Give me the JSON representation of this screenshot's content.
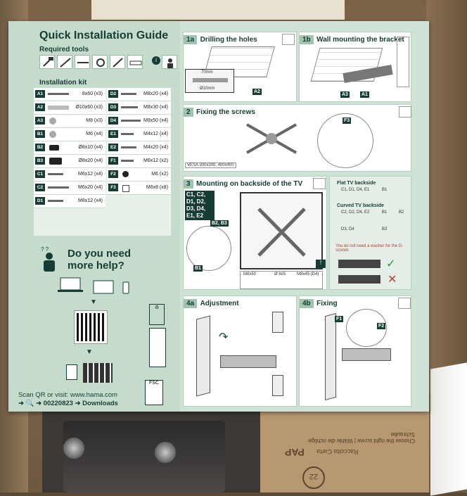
{
  "guide": {
    "title": "Quick Installation Guide",
    "required_tools": "Required tools",
    "installation_kit": "Installation kit",
    "kit_left": [
      {
        "code": "A1",
        "spec": "8x60 (x3)"
      },
      {
        "code": "A2",
        "spec": "Ø10x60 (x3)"
      },
      {
        "code": "A3",
        "spec": "M8 (x3)"
      },
      {
        "code": "B1",
        "spec": "M6 (x4)"
      },
      {
        "code": "B2",
        "spec": "Ø8x10 (x4)"
      },
      {
        "code": "B3",
        "spec": "Ø8x20 (x4)"
      },
      {
        "code": "C1",
        "spec": "M6x12 (x4)"
      },
      {
        "code": "C2",
        "spec": "M6x20 (x4)"
      },
      {
        "code": "D1",
        "spec": "M8x12 (x4)"
      }
    ],
    "kit_right": [
      {
        "code": "D2",
        "spec": "M8x20 (x4)"
      },
      {
        "code": "D3",
        "spec": "M8x30 (x4)"
      },
      {
        "code": "D4",
        "spec": "M8x50 (x4)"
      },
      {
        "code": "E1",
        "spec": "M4x12 (x4)"
      },
      {
        "code": "E2",
        "spec": "M4x20 (x4)"
      },
      {
        "code": "F1",
        "spec": "M6x12 (x2)"
      },
      {
        "code": "F2",
        "spec": "M6 (x2)"
      },
      {
        "code": "F3",
        "spec": "M6x8 (x8)"
      }
    ],
    "help_line1": "Do you need",
    "help_line2": "more help?",
    "scan_text": "Scan QR or visit: www.hama.com",
    "scan_path": "➜ 🔍 ➜ 00220823 ➜ Downloads"
  },
  "steps": {
    "s1a": {
      "num": "1a",
      "title": "Drilling the holes",
      "dim1": "70mm",
      "dim2": "Ø10mm",
      "tag": "A2"
    },
    "s1b": {
      "num": "1b",
      "title": "Wall mounting the bracket",
      "tag1": "A3",
      "tag2": "A1"
    },
    "s2": {
      "num": "2",
      "title": "Fixing the screws",
      "vesa": "VESA 300x300, 400x400",
      "tag": "F3"
    },
    "s3": {
      "num": "3",
      "title": "Mounting on backside of the TV",
      "codes": "C1, C2, D1, D2, D3, D4, E1, E2",
      "tag_b23": "B2, B3",
      "tag_b1": "B1",
      "flat_title": "Flat TV backside",
      "flat_codes": "C1, D1, D4, E1",
      "curved_title": "Curved TV backside",
      "curved_codes": "C2, D2, D4, E2",
      "d_codes": "D3, D4",
      "b1": "B1",
      "b2": "B2",
      "b3": "B3",
      "note": "You do not need a washer for the D-screws",
      "s_m8x50": "M8x50",
      "s_08x5": "Ø 8x5",
      "s_m8x45": "M8x45 (D4)"
    },
    "s4a": {
      "num": "4a",
      "title": "Adjustment"
    },
    "s4b": {
      "num": "4b",
      "title": "Fixing",
      "tag1": "F1",
      "tag2": "F2"
    }
  },
  "carton": {
    "recycle_code": "PAP",
    "recycle_text": "Raccolta Carta",
    "side_text": "Choose the right screw | Wähle die richtige Schraube",
    "pap_num": "22"
  }
}
